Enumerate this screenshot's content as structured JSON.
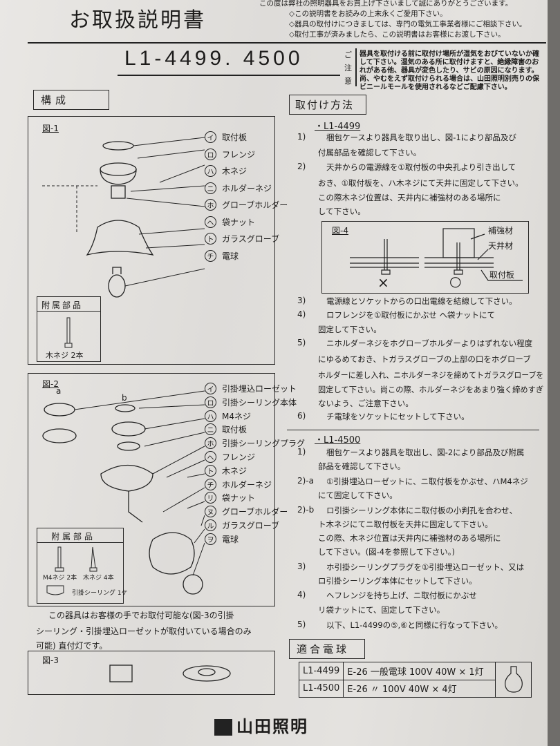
{
  "header": {
    "title": "お取扱説明書",
    "intro_lines": [
      "この度は弊社の照明器具をお買上げ下さいまして誠にありがとうございます。",
      "◇この説明書をお読みの上末永くご愛用下さい。",
      "◇器具の取付けにつきましては、専門の電気工事業者様にご相談下さい。",
      "◇取付工事が済みましたら、この説明書はお客様にお渡し下さい。"
    ],
    "model": "L1-4499. 4500",
    "caution_heading": "ご注意",
    "caution_lines": [
      "器具を取付ける前に取付け場所が湿気をおびていないか確",
      "して下さい。湿気のある所に取付けますと、絶縁障害のお",
      "れがある他、器具が変色したり、サビの原因になります。",
      "尚、やむをえず取付けられる場合は、山田照明別売りの保",
      "ビニールモールを使用されるなどご配慮下さい。"
    ]
  },
  "left": {
    "section_title": "構成",
    "fig1": {
      "title": "図-1",
      "labels": [
        [
          "イ",
          "取付板"
        ],
        [
          "ロ",
          "フレンジ"
        ],
        [
          "ハ",
          "木ネジ"
        ],
        [
          "ニ",
          "ホルダーネジ"
        ],
        [
          "ホ",
          "グローブホルダー"
        ],
        [
          "ヘ",
          "袋ナット"
        ],
        [
          "ト",
          "ガラスグローブ"
        ],
        [
          "チ",
          "電球"
        ]
      ],
      "accessories_title": "附属部品",
      "accessories": [
        "木ネジ 2本"
      ]
    },
    "fig2": {
      "title": "図-2",
      "part_a": "a",
      "part_b": "b",
      "labels": [
        [
          "イ",
          "引掛埋込ローゼット"
        ],
        [
          "ロ",
          "引掛シーリング本体"
        ],
        [
          "ハ",
          "M4ネジ"
        ],
        [
          "ニ",
          "取付板"
        ],
        [
          "ホ",
          "引掛シーリングプラグ"
        ],
        [
          "ヘ",
          "フレンジ"
        ],
        [
          "ト",
          "木ネジ"
        ],
        [
          "チ",
          "ホルダーネジ"
        ],
        [
          "リ",
          "袋ナット"
        ],
        [
          "ヌ",
          "グローブホルダー"
        ],
        [
          "ル",
          "ガラスグローブ"
        ],
        [
          "ヲ",
          "電球"
        ]
      ],
      "accessories_title": "附属部品",
      "accessories": [
        "M4ネジ 2本",
        "木ネジ 4本",
        "引掛シーリング 1ケ"
      ]
    },
    "note_lines": [
      "この器具はお客様の手でお取付可能な(図-3の引掛",
      "シーリング・引掛埋込ローゼットが取付いている場合のみ",
      "可能) 直付灯です。"
    ],
    "fig3": {
      "title": "図-3"
    }
  },
  "right": {
    "section_title": "取付け方法",
    "l4499": {
      "heading": "・L1-4499",
      "lines": [
        [
          "1)",
          "梱包ケースより器具を取り出し、図-1により部品及び"
        ],
        [
          "",
          "付属部品を確認して下さい。"
        ],
        [
          "2)",
          "天井からの電源線を①取付板の中央孔より引き出して"
        ],
        [
          "",
          "おき、①取付板を、ハ木ネジにて天井に固定して下さい。"
        ],
        [
          "",
          "この際木ネジ位置は、天井内に補強材のある場所に"
        ],
        [
          "",
          "して下さい。"
        ]
      ]
    },
    "fig4": {
      "title": "図-4",
      "labels": [
        "補強材",
        "天井材",
        "取付板"
      ],
      "wrong": "×",
      "right": "○"
    },
    "l4499_b": {
      "lines": [
        [
          "3)",
          "電源線とソケットからの口出電線を結線して下さい。"
        ],
        [
          "4)",
          "ロフレンジを①取付板にかぶせ ヘ袋ナットにて"
        ],
        [
          "",
          "固定して下さい。"
        ],
        [
          "5)",
          "ニホルダーネジをホグローブホルダーよりはずれない程度"
        ],
        [
          "",
          "にゆるめておき、トガラスグローブの上部の口をホグローブ"
        ],
        [
          "",
          "ホルダーに差し入れ、ニホルダーネジを締めてトガラスグローブを"
        ],
        [
          "",
          "固定して下さい。尚この際、ホルダーネジをあまり強く締めすぎ"
        ],
        [
          "",
          "ないよう、ご注意下さい。"
        ],
        [
          "6)",
          "チ電球をソケットにセットして下さい。"
        ]
      ]
    },
    "l4500": {
      "heading": "・L1-4500",
      "lines": [
        [
          "1)",
          "梱包ケースより器具を取出し、図-2により部品及び附属"
        ],
        [
          "",
          "部品を確認して下さい。"
        ],
        [
          "2)-a",
          "①引掛埋込ローゼットに、ニ取付板をかぶせ、ハM4ネジ"
        ],
        [
          "",
          "にて固定して下さい。"
        ],
        [
          "2)-b",
          "ロ引掛シーリング本体にニ取付板の小判孔を合わせ、"
        ],
        [
          "",
          "ト木ネジにてニ取付板を天井に固定して下さい。"
        ],
        [
          "",
          "この際、木ネジ位置は天井内に補強材のある場所に"
        ],
        [
          "",
          "して下さい。(図-4を参照して下さい。)"
        ],
        [
          "3)",
          "ホ引掛シーリングプラグを①引掛埋込ローゼット、又は"
        ],
        [
          "",
          "ロ引掛シーリング本体にセットして下さい。"
        ],
        [
          "4)",
          "ヘフレンジを持ち上げ、ニ取付板にかぶせ"
        ],
        [
          "",
          "リ袋ナットにて、固定して下さい。"
        ],
        [
          "5)",
          "以下、L1-4499の⑤,⑥と同様に行なって下さい。"
        ]
      ]
    },
    "bulb_section_title": "適合電球",
    "bulb_table": [
      [
        "L1-4499",
        "E-26 一般電球 100V 40W × 1灯"
      ],
      [
        "L1-4500",
        "E-26 〃 100V 40W × 4灯"
      ]
    ]
  },
  "footer": {
    "logo": "山田照明"
  }
}
